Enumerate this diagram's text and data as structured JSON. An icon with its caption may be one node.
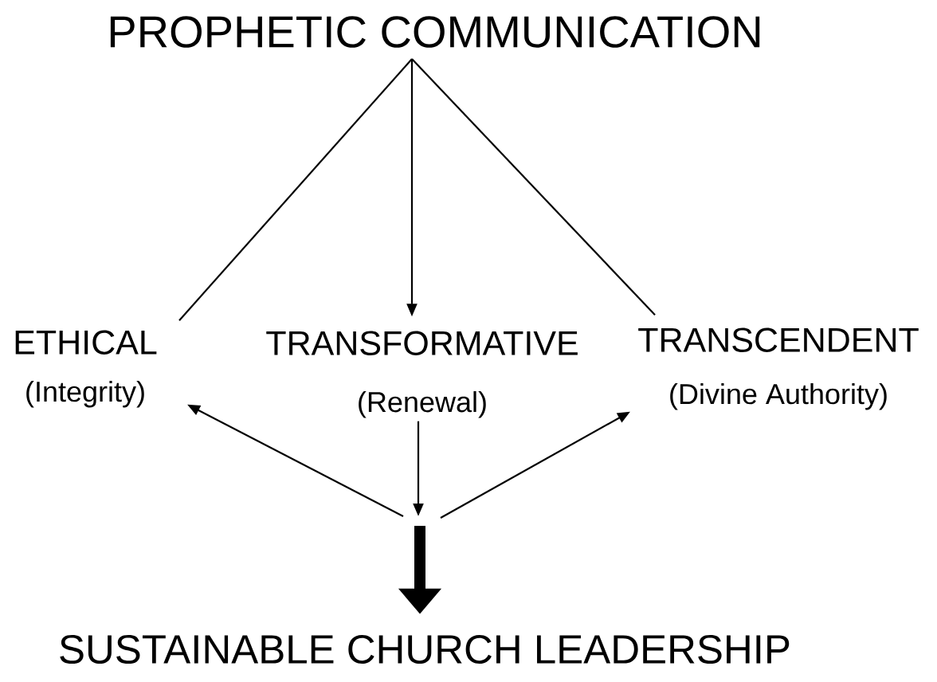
{
  "diagram": {
    "nodes": [
      {
        "text": [
          "PROPHETIC COMMUNICATION"
        ]
      },
      {
        "text": [
          "ETHICAL",
          "(Integrity)"
        ]
      },
      {
        "text": [
          "TRANSFORMATIVE",
          "(Renewal)"
        ]
      },
      {
        "text": [
          "TRANSCENDENT",
          "(Divine Authority)"
        ]
      },
      {
        "text": [
          "SUSTAINABLE CHURCH LEADERSHIP"
        ]
      }
    ],
    "edges": [
      {
        "from": 0,
        "to": 1,
        "arrow": "none"
      },
      {
        "from": 0,
        "to": 2,
        "arrow": "to"
      },
      {
        "from": 0,
        "to": 3,
        "arrow": "none"
      },
      {
        "from": null,
        "to": 1,
        "arrow": "to"
      },
      {
        "from": 2,
        "to": null,
        "arrow": "to"
      },
      {
        "from": null,
        "to": 3,
        "arrow": "to"
      },
      {
        "from": null,
        "to": 4,
        "arrow": "to",
        "style": "thick"
      }
    ]
  }
}
